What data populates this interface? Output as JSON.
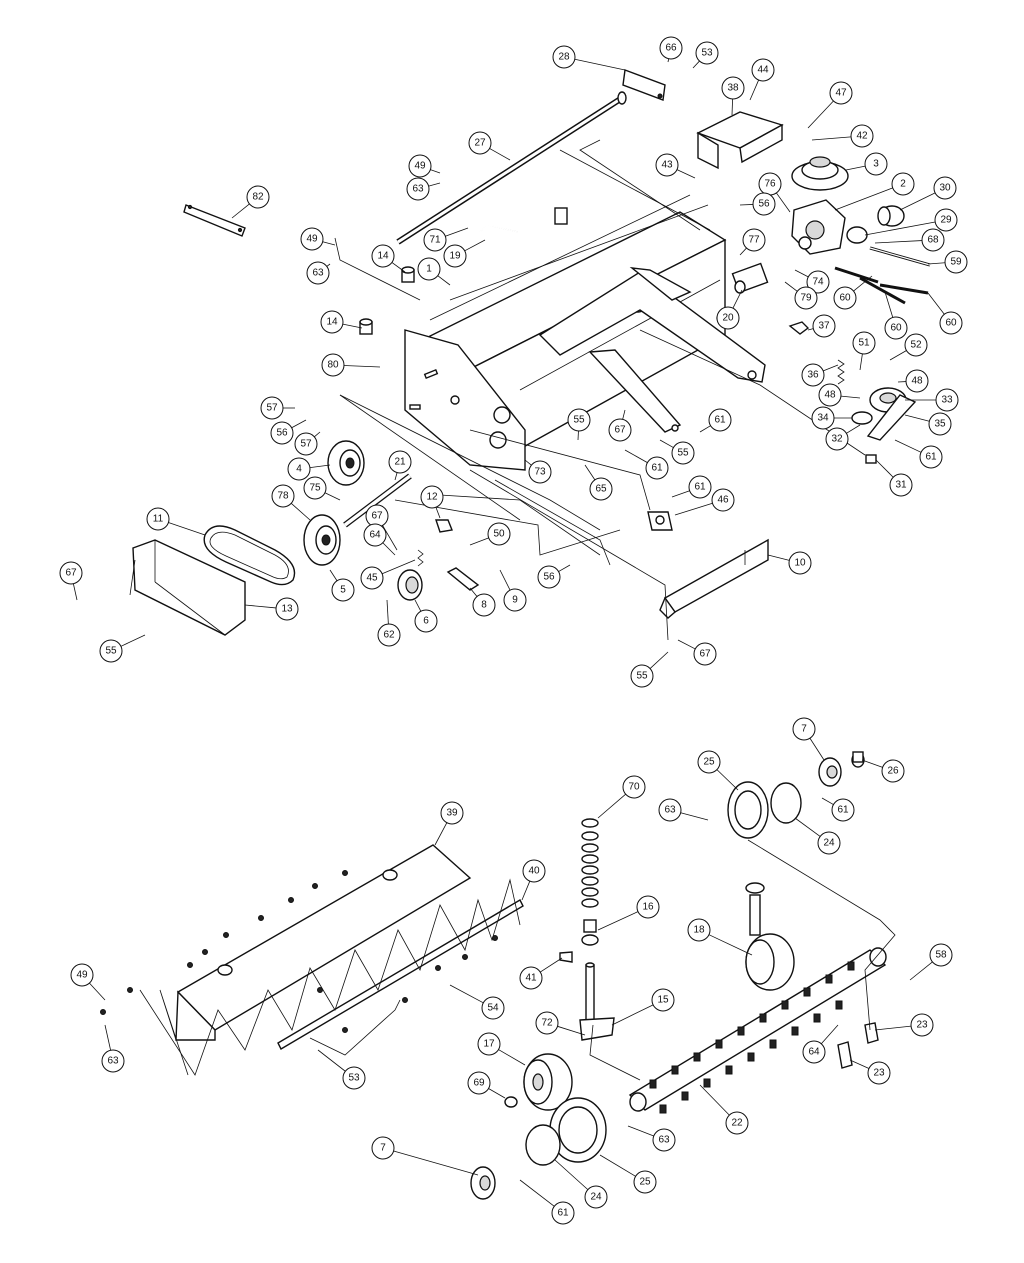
{
  "diagram": {
    "line_color": "#111111",
    "background_color": "#ffffff",
    "callouts": [
      {
        "id": "c28a",
        "label": "28"
      },
      {
        "id": "c66a",
        "label": "66"
      },
      {
        "id": "c53a",
        "label": "53"
      },
      {
        "id": "c38",
        "label": "38"
      },
      {
        "id": "c44",
        "label": "44"
      },
      {
        "id": "c47",
        "label": "47"
      },
      {
        "id": "c42",
        "label": "42"
      },
      {
        "id": "c27",
        "label": "27"
      },
      {
        "id": "c43",
        "label": "43"
      },
      {
        "id": "c3",
        "label": "3"
      },
      {
        "id": "c49a",
        "label": "49"
      },
      {
        "id": "c63a",
        "label": "63"
      },
      {
        "id": "c82",
        "label": "82"
      },
      {
        "id": "c76",
        "label": "76"
      },
      {
        "id": "c2",
        "label": "2"
      },
      {
        "id": "c30",
        "label": "30"
      },
      {
        "id": "c56a",
        "label": "56"
      },
      {
        "id": "c29",
        "label": "29"
      },
      {
        "id": "c68",
        "label": "68"
      },
      {
        "id": "c49b",
        "label": "49"
      },
      {
        "id": "c71",
        "label": "71"
      },
      {
        "id": "c19",
        "label": "19"
      },
      {
        "id": "c77",
        "label": "77"
      },
      {
        "id": "c59",
        "label": "59"
      },
      {
        "id": "c63b",
        "label": "63"
      },
      {
        "id": "c14a",
        "label": "14"
      },
      {
        "id": "c1",
        "label": "1"
      },
      {
        "id": "c74",
        "label": "74"
      },
      {
        "id": "c79",
        "label": "79"
      },
      {
        "id": "c60a",
        "label": "60"
      },
      {
        "id": "c20",
        "label": "20"
      },
      {
        "id": "c60b",
        "label": "60"
      },
      {
        "id": "c60c",
        "label": "60"
      },
      {
        "id": "c14b",
        "label": "14"
      },
      {
        "id": "c37",
        "label": "37"
      },
      {
        "id": "c51",
        "label": "51"
      },
      {
        "id": "c52",
        "label": "52"
      },
      {
        "id": "c80",
        "label": "80"
      },
      {
        "id": "c36",
        "label": "36"
      },
      {
        "id": "c48a",
        "label": "48"
      },
      {
        "id": "c48b",
        "label": "48"
      },
      {
        "id": "c33",
        "label": "33"
      },
      {
        "id": "c57a",
        "label": "57"
      },
      {
        "id": "c56b",
        "label": "56"
      },
      {
        "id": "c57b",
        "label": "57"
      },
      {
        "id": "c55a",
        "label": "55"
      },
      {
        "id": "c34",
        "label": "34"
      },
      {
        "id": "c35",
        "label": "35"
      },
      {
        "id": "c61a",
        "label": "61"
      },
      {
        "id": "c67a",
        "label": "67"
      },
      {
        "id": "c32",
        "label": "32"
      },
      {
        "id": "c55b",
        "label": "55"
      },
      {
        "id": "c4",
        "label": "4"
      },
      {
        "id": "c21",
        "label": "21"
      },
      {
        "id": "c73",
        "label": "73"
      },
      {
        "id": "c61b",
        "label": "61"
      },
      {
        "id": "c61c",
        "label": "61"
      },
      {
        "id": "c31",
        "label": "31"
      },
      {
        "id": "c75",
        "label": "75"
      },
      {
        "id": "c65",
        "label": "65"
      },
      {
        "id": "c61d",
        "label": "61"
      },
      {
        "id": "c78",
        "label": "78"
      },
      {
        "id": "c12",
        "label": "12"
      },
      {
        "id": "c46",
        "label": "46"
      },
      {
        "id": "c11",
        "label": "11"
      },
      {
        "id": "c67b",
        "label": "67"
      },
      {
        "id": "c64a",
        "label": "64"
      },
      {
        "id": "c50",
        "label": "50"
      },
      {
        "id": "c45",
        "label": "45"
      },
      {
        "id": "c10",
        "label": "10"
      },
      {
        "id": "c56c",
        "label": "56"
      },
      {
        "id": "c67c",
        "label": "67"
      },
      {
        "id": "c9",
        "label": "9"
      },
      {
        "id": "c5",
        "label": "5"
      },
      {
        "id": "c8",
        "label": "8"
      },
      {
        "id": "c13",
        "label": "13"
      },
      {
        "id": "c6",
        "label": "6"
      },
      {
        "id": "c62",
        "label": "62"
      },
      {
        "id": "c55c",
        "label": "55"
      },
      {
        "id": "c67d",
        "label": "67"
      },
      {
        "id": "c55d",
        "label": "55"
      },
      {
        "id": "c7a",
        "label": "7"
      },
      {
        "id": "c25a",
        "label": "25"
      },
      {
        "id": "c26",
        "label": "26"
      },
      {
        "id": "c70",
        "label": "70"
      },
      {
        "id": "c63c",
        "label": "63"
      },
      {
        "id": "c61e",
        "label": "61"
      },
      {
        "id": "c24a",
        "label": "24"
      },
      {
        "id": "c39",
        "label": "39"
      },
      {
        "id": "c40",
        "label": "40"
      },
      {
        "id": "c16",
        "label": "16"
      },
      {
        "id": "c18",
        "label": "18"
      },
      {
        "id": "c58",
        "label": "58"
      },
      {
        "id": "c49c",
        "label": "49"
      },
      {
        "id": "c41",
        "label": "41"
      },
      {
        "id": "c54",
        "label": "54"
      },
      {
        "id": "c15",
        "label": "15"
      },
      {
        "id": "c23a",
        "label": "23"
      },
      {
        "id": "c63d",
        "label": "63"
      },
      {
        "id": "c72",
        "label": "72"
      },
      {
        "id": "c64b",
        "label": "64"
      },
      {
        "id": "c17",
        "label": "17"
      },
      {
        "id": "c53b",
        "label": "53"
      },
      {
        "id": "c23b",
        "label": "23"
      },
      {
        "id": "c22",
        "label": "22"
      },
      {
        "id": "c69",
        "label": "69"
      },
      {
        "id": "c63e",
        "label": "63"
      },
      {
        "id": "c7b",
        "label": "7"
      },
      {
        "id": "c25b",
        "label": "25"
      },
      {
        "id": "c24b",
        "label": "24"
      },
      {
        "id": "c61f",
        "label": "61"
      }
    ]
  }
}
